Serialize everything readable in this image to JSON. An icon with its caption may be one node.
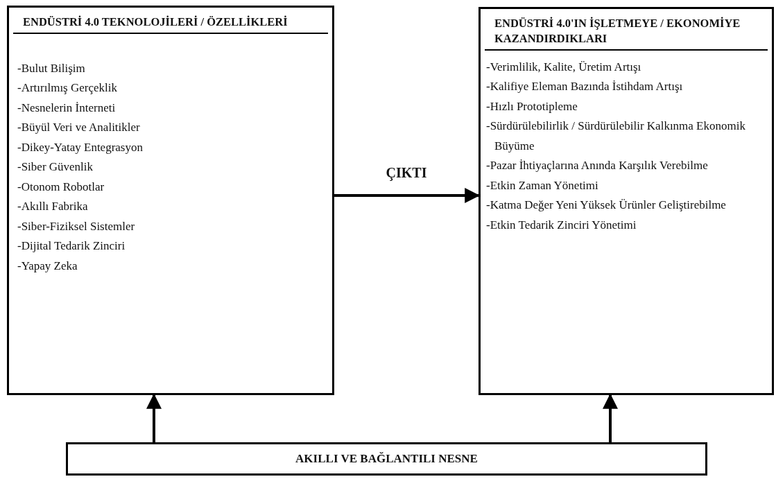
{
  "diagram": {
    "nodes": [
      {
        "text": [
          "ENDÜSTRİ 4.0 TEKNOLOJİLERİ / ÖZELLİKLERİ",
          "-Bulut Bilişim",
          "-Artırılmış Gerçeklik",
          "-Nesnelerin İnterneti",
          "-Büyül Veri ve Analitikler",
          "-Dikey-Yatay Entegrasyon",
          "-Siber Güvenlik",
          "-Otonom Robotlar",
          "-Akıllı Fabrika",
          "-Siber-Fiziksel Sistemler",
          "-Dijital Tedarik Zinciri",
          "-Yapay Zeka"
        ]
      },
      {
        "text": [
          "ENDÜSTRİ 4.0'IN İŞLETMEYE / EKONOMİYE KAZANDIRDIKLARI",
          "-Verimlilik, Kalite, Üretim Artışı",
          "-Kalifiye Eleman Bazında İstihdam Artışı",
          "-Hızlı Prototipleme",
          "-Sürdürülebilirlik / Sürdürülebilir Kalkınma Ekonomik Büyüme",
          "-Pazar İhtiyaçlarına Anında Karşılık Verebilme",
          "-Etkin Zaman Yönetimi",
          "-Katma Değer Yeni Yüksek Ürünler Geliştirebilme",
          "-Etkin Tedarik Zinciri Yönetimi"
        ]
      },
      {
        "text": [
          "AKILLI VE BAĞLANTILI NESNE"
        ]
      }
    ],
    "edges": [
      {
        "from": 0,
        "to": 1,
        "arrow": "to",
        "label": "ÇIKTI"
      },
      {
        "from": 2,
        "to": 0,
        "arrow": "to"
      },
      {
        "from": 2,
        "to": 1,
        "arrow": "to"
      }
    ]
  }
}
